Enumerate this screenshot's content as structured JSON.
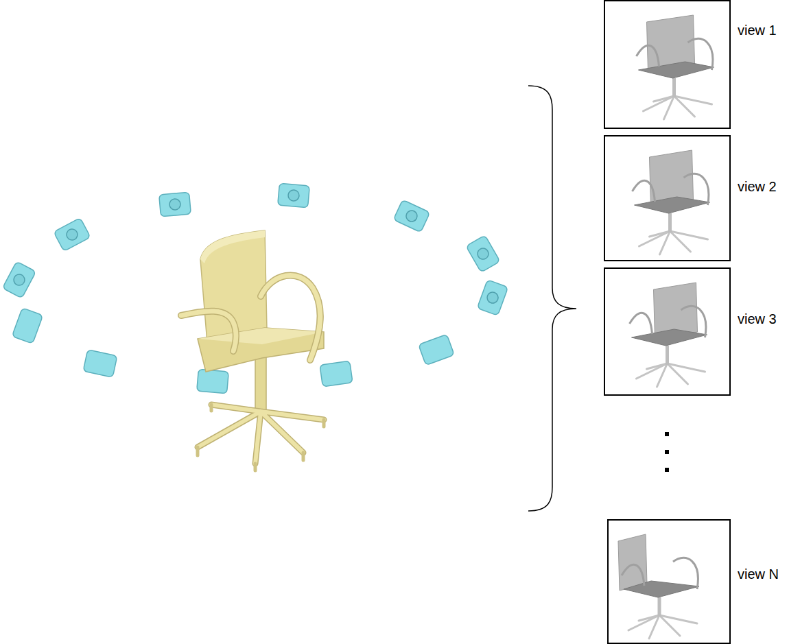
{
  "diagram": {
    "nodes": [
      {
        "text": [
          "view 1"
        ]
      },
      {
        "text": [
          "view 2"
        ]
      },
      {
        "text": [
          "view 3"
        ]
      },
      {
        "text": [
          "view N"
        ]
      }
    ]
  }
}
